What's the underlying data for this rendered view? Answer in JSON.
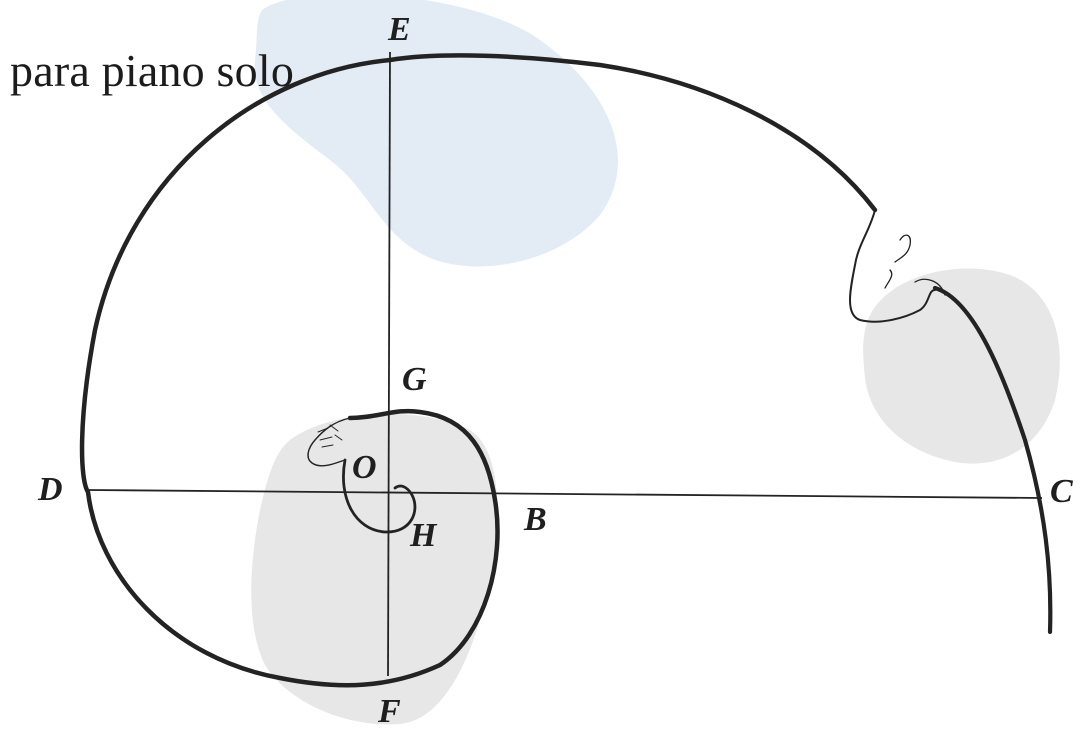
{
  "title": "para piano solo",
  "points": {
    "E": "E",
    "G": "G",
    "O": "O",
    "D": "D",
    "B": "B",
    "C": "C",
    "H": "H",
    "F": "F"
  },
  "colors": {
    "ink": "#232323",
    "blue_blob": "#e3ebf5",
    "grey_blob": "#e6e7e6",
    "background": "#ffffff"
  }
}
